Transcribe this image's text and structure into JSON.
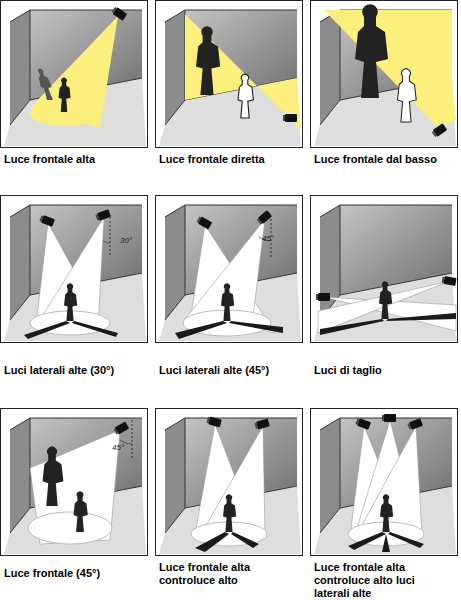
{
  "diagram": {
    "labels": [
      "Luce frontale alta",
      "Luce frontale diretta",
      "Luce frontale dal basso",
      "30°",
      "Luci laterali alte (30°)",
      "45°",
      "Luci laterali alte (45°)",
      "Luci di taglio",
      "45°",
      "Luce frontale (45°)",
      "Luce frontale alta controluce alto",
      "Luce frontale alta controluce alto luci laterali alte"
    ]
  }
}
